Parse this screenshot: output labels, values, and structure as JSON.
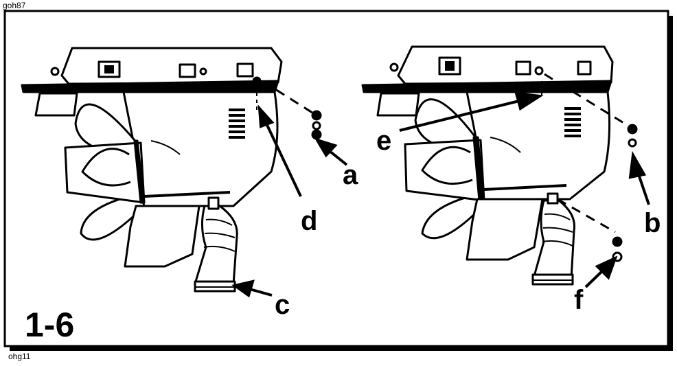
{
  "codes": {
    "top": "goh87",
    "bottom": "ohg11"
  },
  "figure": {
    "number": "1-6",
    "callouts": {
      "a": "a",
      "b": "b",
      "c": "c",
      "d": "d",
      "e": "e",
      "f": "f"
    }
  },
  "colors": {
    "ink": "#000000",
    "paper": "#ffffff"
  }
}
